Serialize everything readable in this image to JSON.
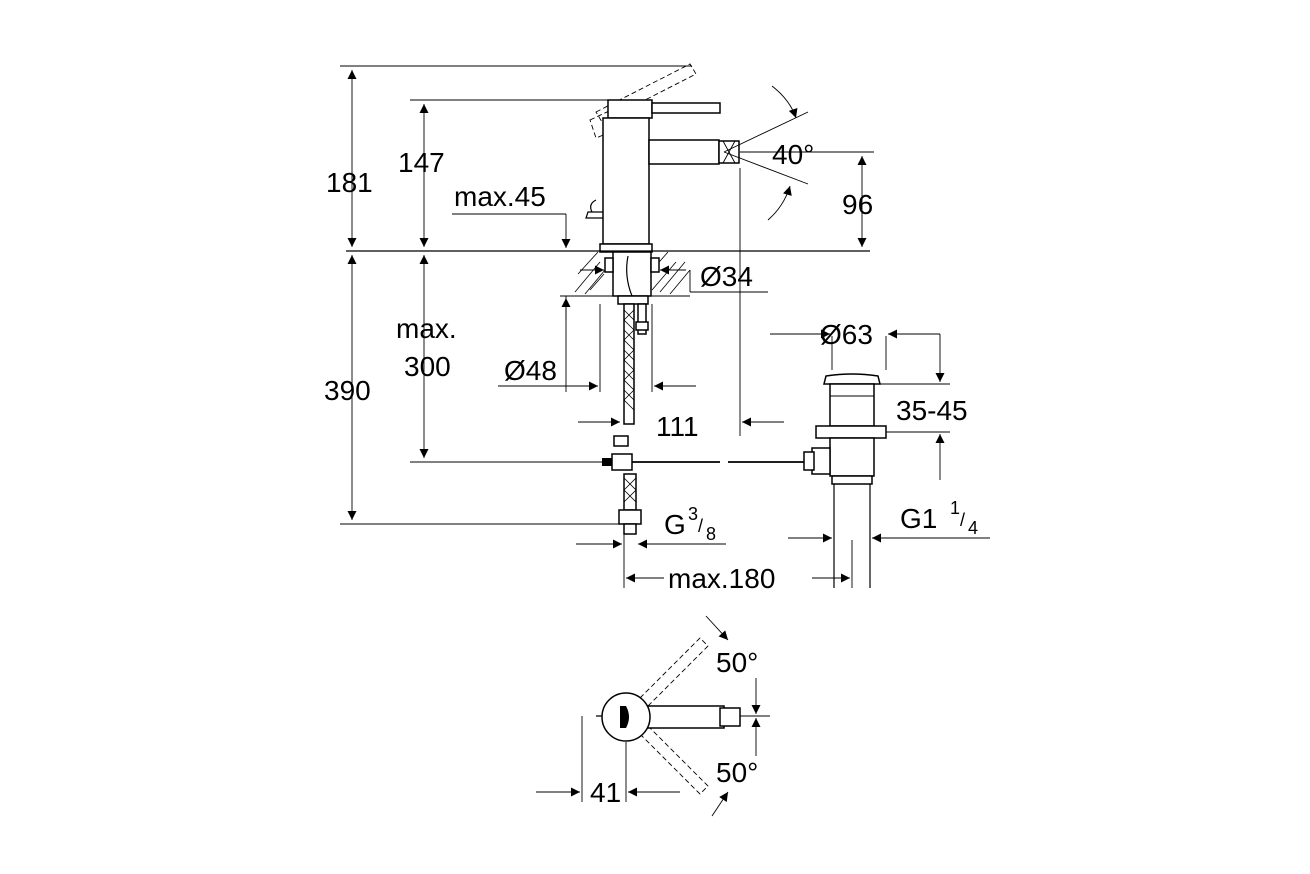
{
  "labels": {
    "h_181": "181",
    "h_147": "147",
    "max_45": "max.45",
    "angle_40": "40°",
    "h_96": "96",
    "dia_34": "Ø34",
    "max_line1": "max.",
    "max_line2": "300",
    "h_390": "390",
    "dia_48": "Ø48",
    "dia_63": "Ø63",
    "range_35_45": "35-45",
    "w_111": "111",
    "thread_g_main": "G",
    "thread_g_frac_num": "3",
    "thread_g_frac_den": "8",
    "thread_g1_main": "G1",
    "thread_g1_frac_num": "1",
    "thread_g1_frac_den": "4",
    "max_180": "max.180",
    "angle_50_top": "50°",
    "angle_50_bottom": "50°",
    "w_41": "41"
  }
}
